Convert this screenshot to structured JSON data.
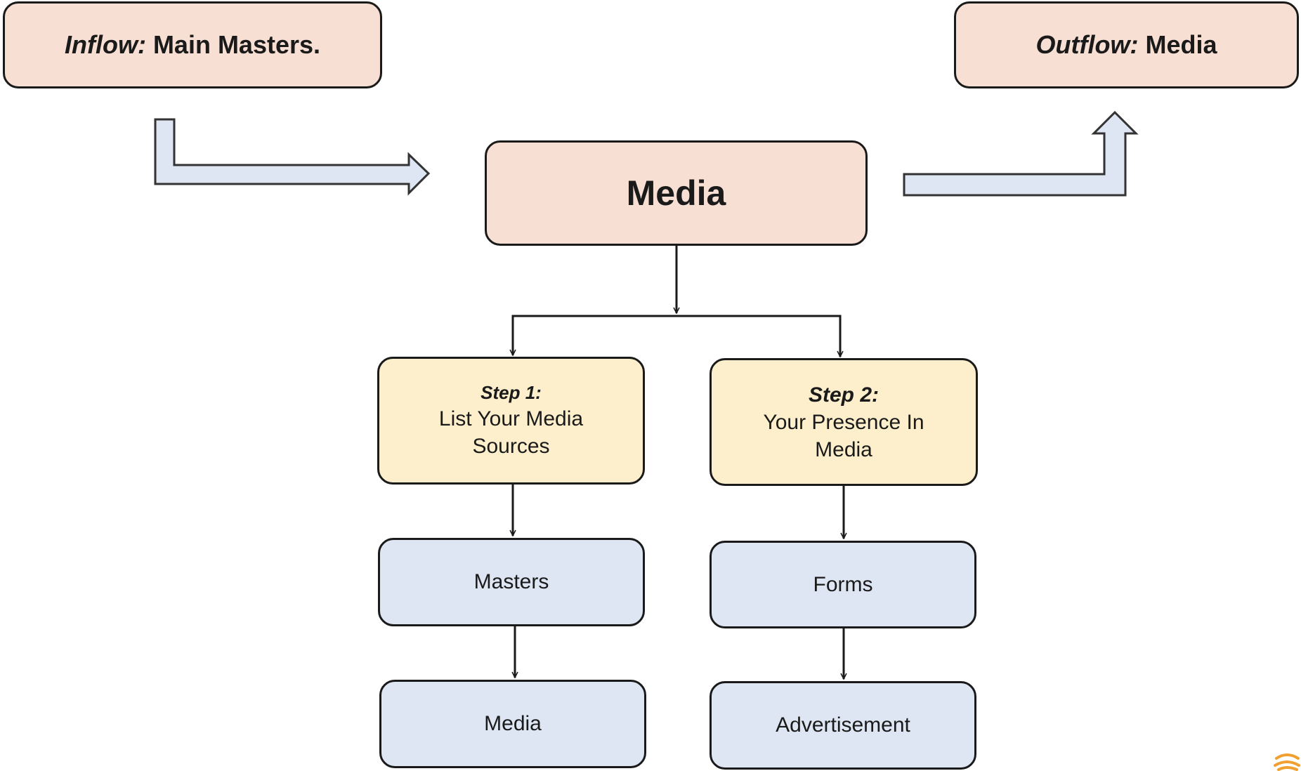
{
  "inflow": {
    "label": "Inflow:",
    "text": " Main Masters."
  },
  "outflow": {
    "label": "Outflow:",
    "text": " Media"
  },
  "main": {
    "title": "Media"
  },
  "step1": {
    "label": "Step 1:",
    "line1": "List Your Media",
    "line2": "Sources"
  },
  "step2": {
    "label": "Step 2:",
    "line1": "Your Presence In",
    "line2": "Media"
  },
  "left_column": [
    "Masters",
    "Media"
  ],
  "right_column": [
    "Forms",
    "Advertisement"
  ],
  "colors": {
    "flow_box": "#f8dfd3",
    "step_box": "#fdefcc",
    "leaf_box": "#dde6f2",
    "arrow_fill": "#dde6f2",
    "outline": "#1a1a1a",
    "logo": "#f0a030"
  },
  "icons": {
    "corner_logo": "swirl-logo"
  }
}
